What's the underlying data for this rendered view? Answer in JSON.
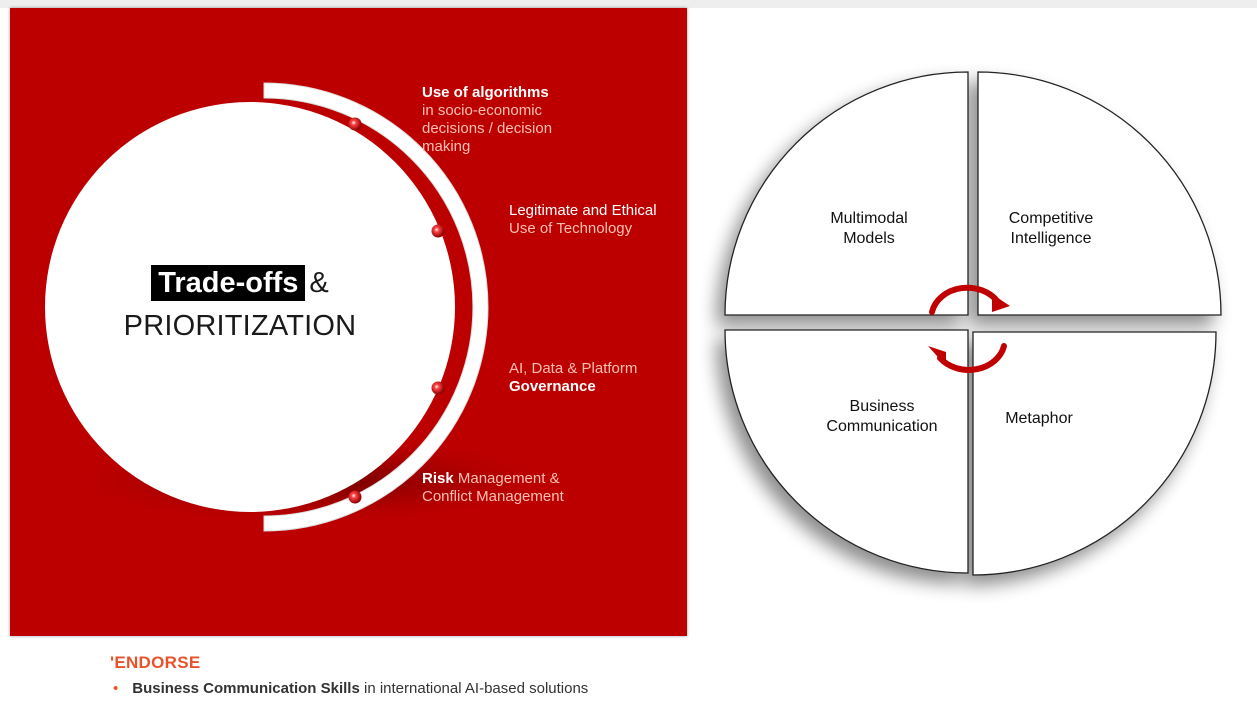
{
  "core": {
    "title_highlight": "Trade-offs",
    "title_amp": "&",
    "title_line2": "PRIORITIZATION"
  },
  "topics": [
    {
      "strong": "Use of algorithms",
      "rest": "in socio-economic decisions / decision making"
    },
    {
      "pre": "Legitimate and",
      "strong": "Ethical",
      "rest": "Use of Technology"
    },
    {
      "pre": "AI, Data & Platform",
      "strong": "Governance"
    },
    {
      "strong": "Risk",
      "rest": "Management & Conflict Management"
    }
  ],
  "quadrants": {
    "top_left": [
      "Multimodal",
      "Models"
    ],
    "top_right": [
      "Competitive",
      "Intelligence"
    ],
    "bottom_left": [
      "Business",
      "Communication"
    ],
    "bottom_right": [
      "Metaphor"
    ]
  },
  "footer": {
    "brand": "'ENDORSE",
    "bullet_strong": "Business Communication Skills",
    "bullet_rest": "in international AI-based solutions"
  },
  "colors": {
    "panel_red": "#bc0000",
    "accent_red": "#c00000",
    "brand_orange": "#e8532b"
  }
}
